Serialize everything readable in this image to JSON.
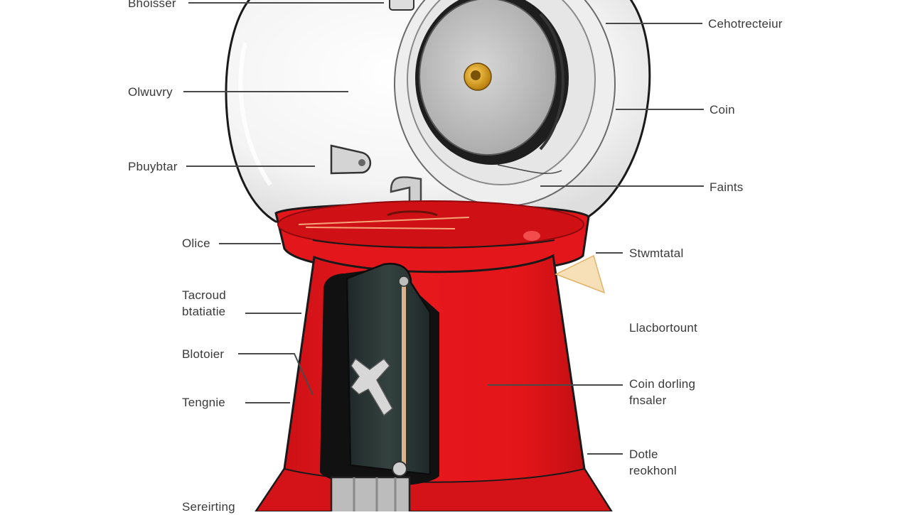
{
  "labels": {
    "top_left": "Bhoisser",
    "left_1": "Olwuvry",
    "left_2": "Pbuybtar",
    "left_3": "Olice",
    "left_4": [
      "Tacroud",
      "btatiatie"
    ],
    "left_5": "Blotoier",
    "left_6": "Tengnie",
    "left_7": "Sereirting",
    "right_1": "Cehotrecteiur",
    "right_2": "Coin",
    "right_3": "Faints",
    "right_4": "Stwmtatal",
    "right_5": "Llacbortount",
    "right_6": [
      "Coin dorling",
      "fnsaler"
    ],
    "right_7": [
      "Dotle",
      "reokhonl"
    ]
  },
  "colors": {
    "base_red": "#e3161b",
    "base_red_dark": "#b80d12",
    "globe_fill": "#f1f1f1",
    "disc_grey": "#c8c8c8",
    "panel_dark": "#2d3a3c",
    "brass": "#d9a21c",
    "leader": "#4a4a4a"
  }
}
